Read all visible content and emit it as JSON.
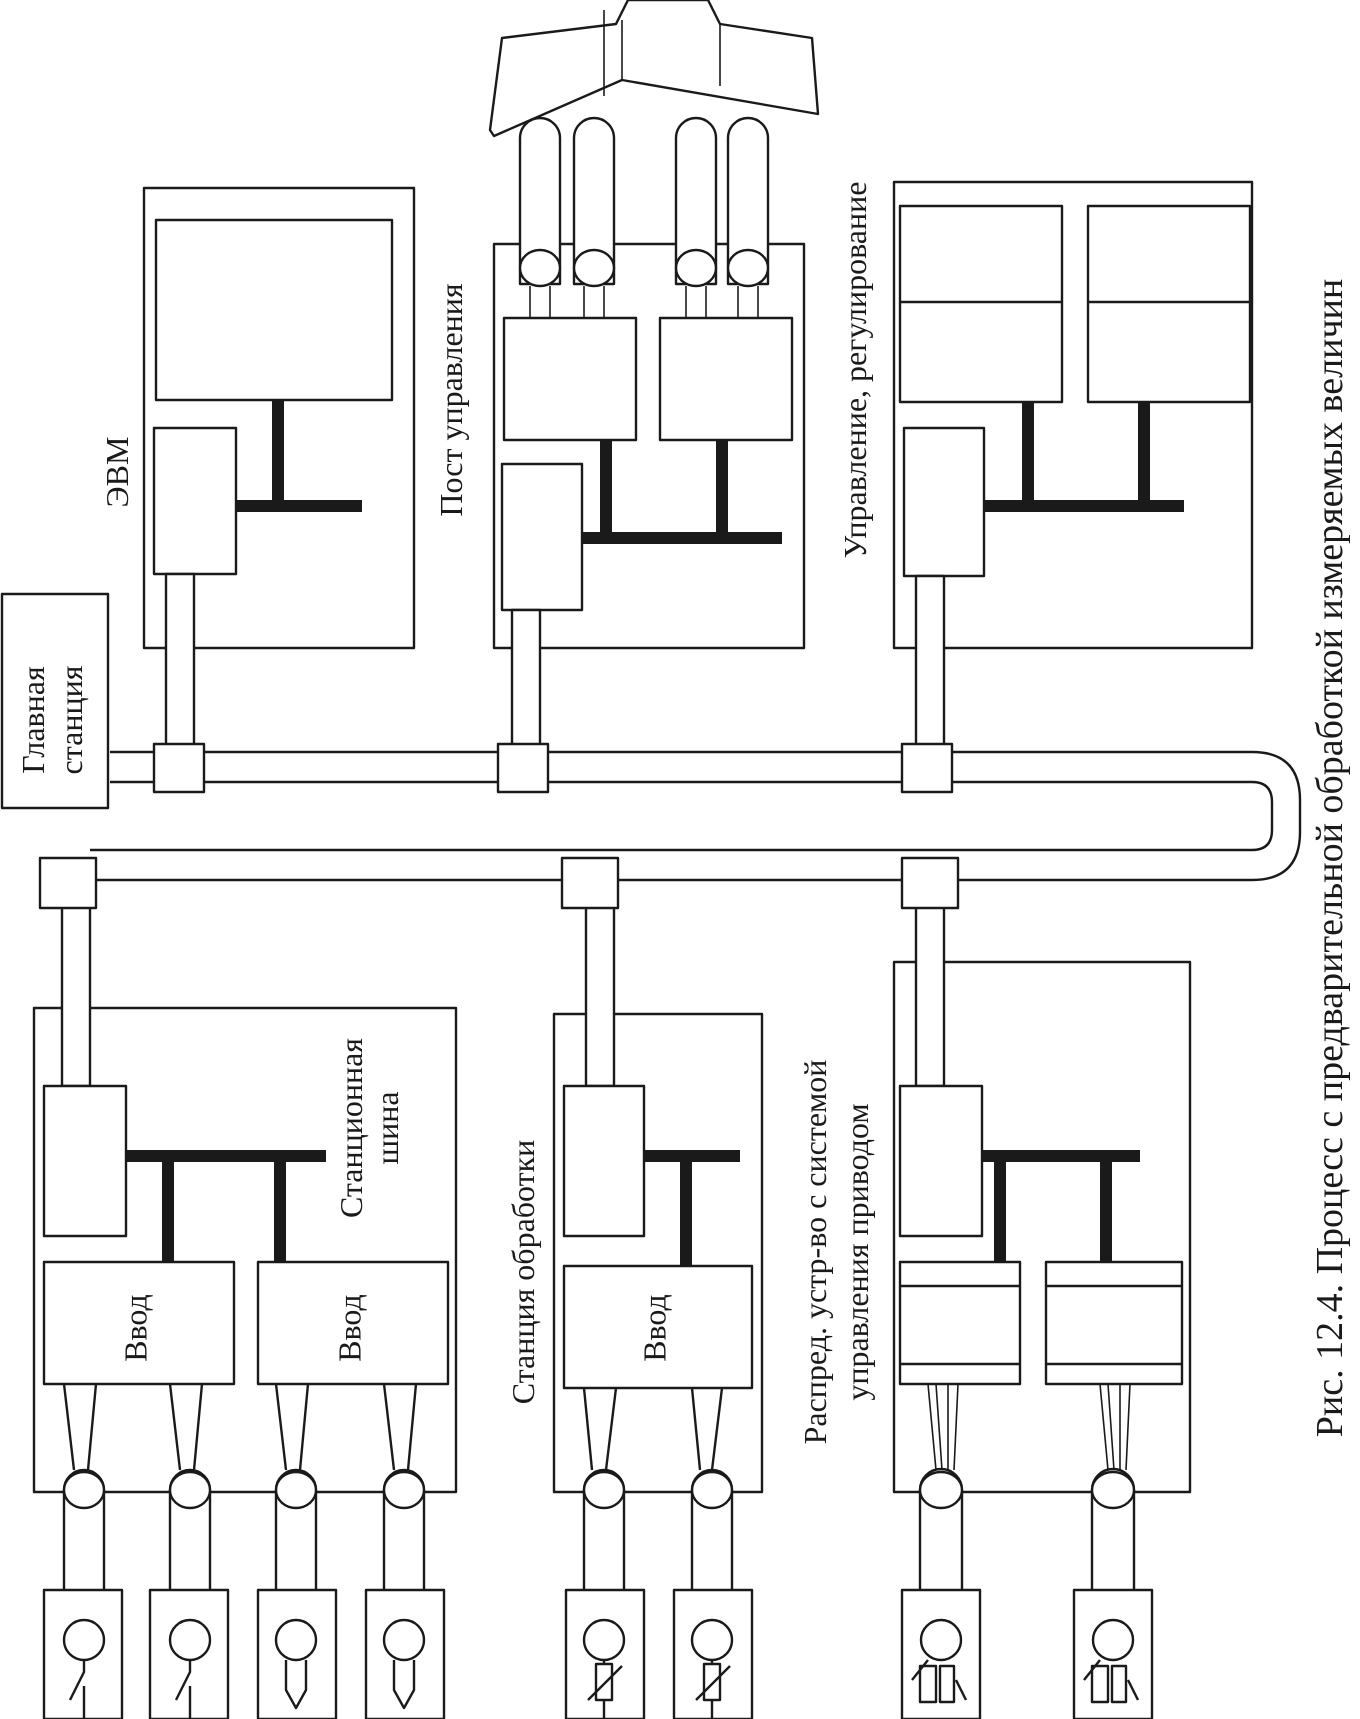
{
  "caption": "Рис. 12.4. Процесс с предварительной обработкой измеряемых величин",
  "labels": {
    "main_station_line1": "Главная",
    "main_station_line2": "станция",
    "computer": "ЭВМ",
    "control_post": "Пост управления",
    "control_regulation": "Управление, регулирование",
    "station_bus_line1": "Станционная",
    "station_bus_line2": "шина",
    "processing_station": "Станция обработки",
    "distributed_line1": "Распред. устр-во с системой",
    "distributed_line2": "управления приводом",
    "input_label": "Ввод"
  }
}
